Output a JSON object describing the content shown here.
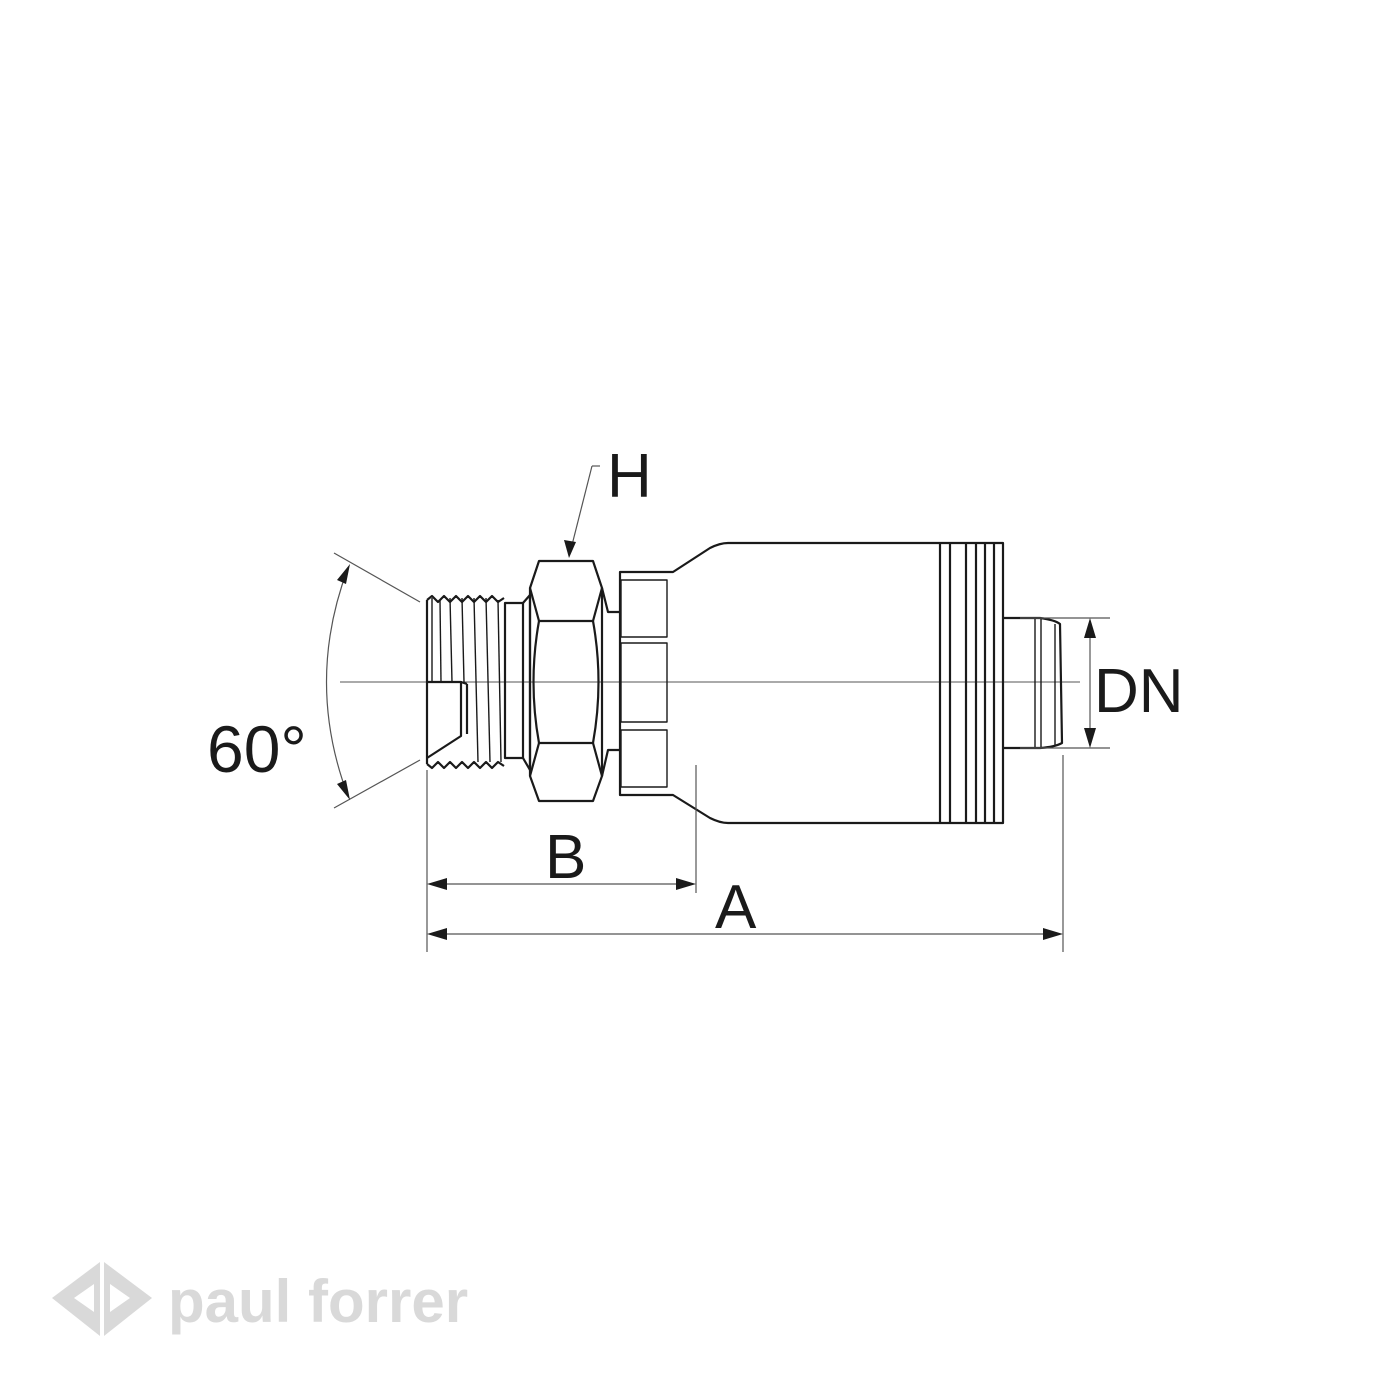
{
  "drawing": {
    "subject": "hose fitting side view",
    "labels": {
      "angle": "60°",
      "hex": "H",
      "length_b": "B",
      "length_a": "A",
      "diameter": "DN"
    },
    "colors": {
      "line": "#1a1a1a",
      "thin_line": "#555555",
      "logo": "#d9d9d9",
      "background": "#ffffff"
    }
  },
  "logo": {
    "text": "paul forrer"
  }
}
